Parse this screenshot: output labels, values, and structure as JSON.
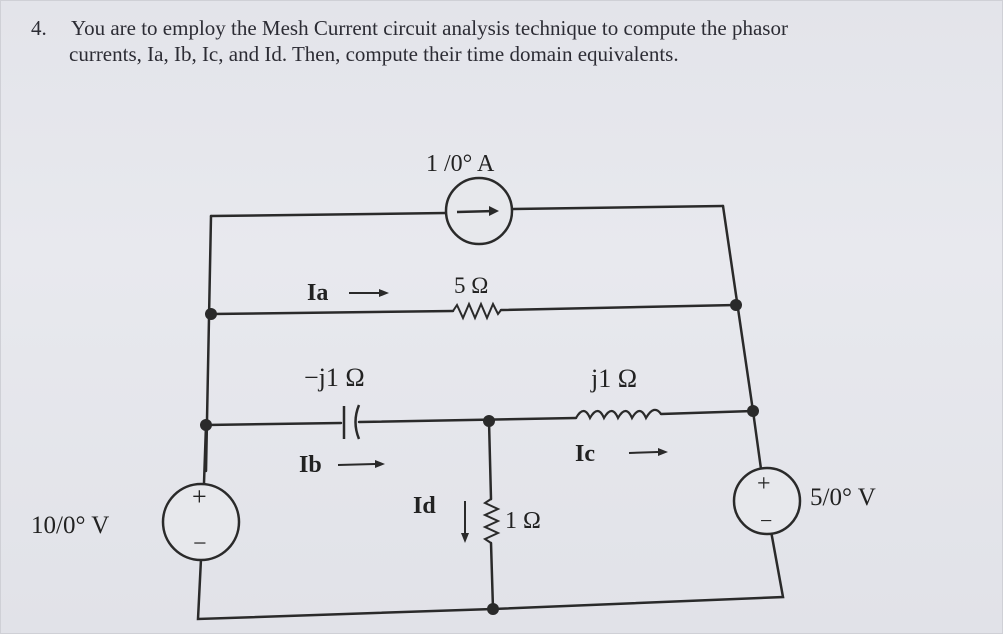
{
  "problem": {
    "number": "4.",
    "line1": "You are to employ the Mesh Current circuit analysis technique to compute the phasor",
    "line2": "currents, Ia, Ib, Ic, and Id. Then, compute their time domain equivalents."
  },
  "circuit": {
    "current_source": "1 /0° A",
    "resistor_top": "5 Ω",
    "capacitor": "−j1 Ω",
    "inductor": "j1 Ω",
    "resistor_mid": "1 Ω",
    "source_left": "10/0° V",
    "source_right": "5/0° V",
    "mesh_a": "Ia",
    "mesh_b": "Ib",
    "mesh_c": "Ic",
    "mesh_d": "Id",
    "plus": "+",
    "minus": "−"
  },
  "colors": {
    "ink": "#2a2a2a",
    "paper": "#e5e6eb"
  }
}
